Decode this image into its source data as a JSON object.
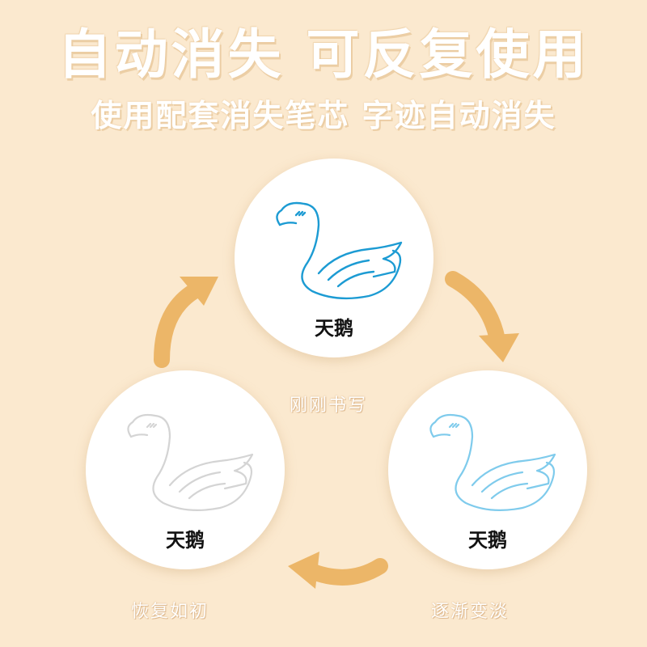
{
  "headline": "自动消失  可反复使用",
  "subline": "使用配套消失笔芯  字迹自动消失",
  "circles": [
    {
      "label": "天鹅",
      "stroke_color": "#1c9bd3"
    },
    {
      "label": "天鹅",
      "stroke_color": "#7fcbec"
    },
    {
      "label": "天鹅",
      "stroke_color": "#d4d4d4"
    }
  ],
  "stages": [
    "刚刚书写",
    "逐渐变淡",
    "恢复如初"
  ],
  "colors": {
    "background": "#fbe9cf",
    "arrow": "#ecb668"
  },
  "icons": [
    "swan-drawing-icon",
    "cycle-arrow-icon"
  ]
}
